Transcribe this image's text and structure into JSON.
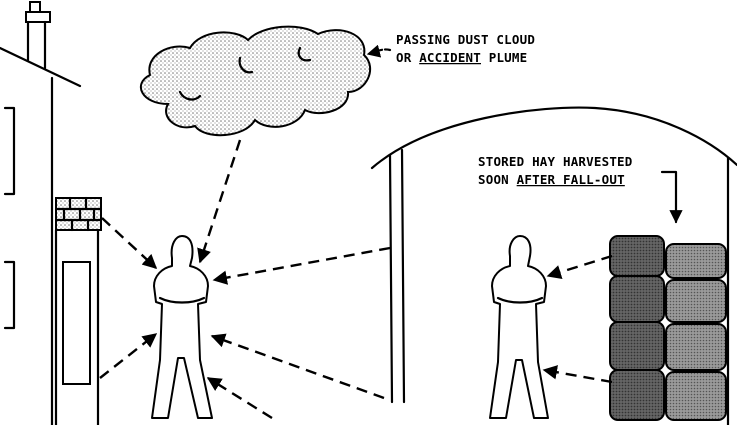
{
  "labels": {
    "cloud_line1": "PASSING DUST CLOUD",
    "cloud_line2_prefix": "OR ",
    "cloud_line2_underlined": "ACCIDENT",
    "cloud_line2_suffix": " PLUME",
    "hay_line1": "STORED HAY HARVESTED",
    "hay_line2_prefix": "SOON ",
    "hay_line2_underlined": "AFTER FALL-OUT"
  },
  "colors": {
    "ink": "#000000",
    "paper": "#ffffff",
    "stipple": "#8a8a8a",
    "bale": "#5e5e5e"
  }
}
